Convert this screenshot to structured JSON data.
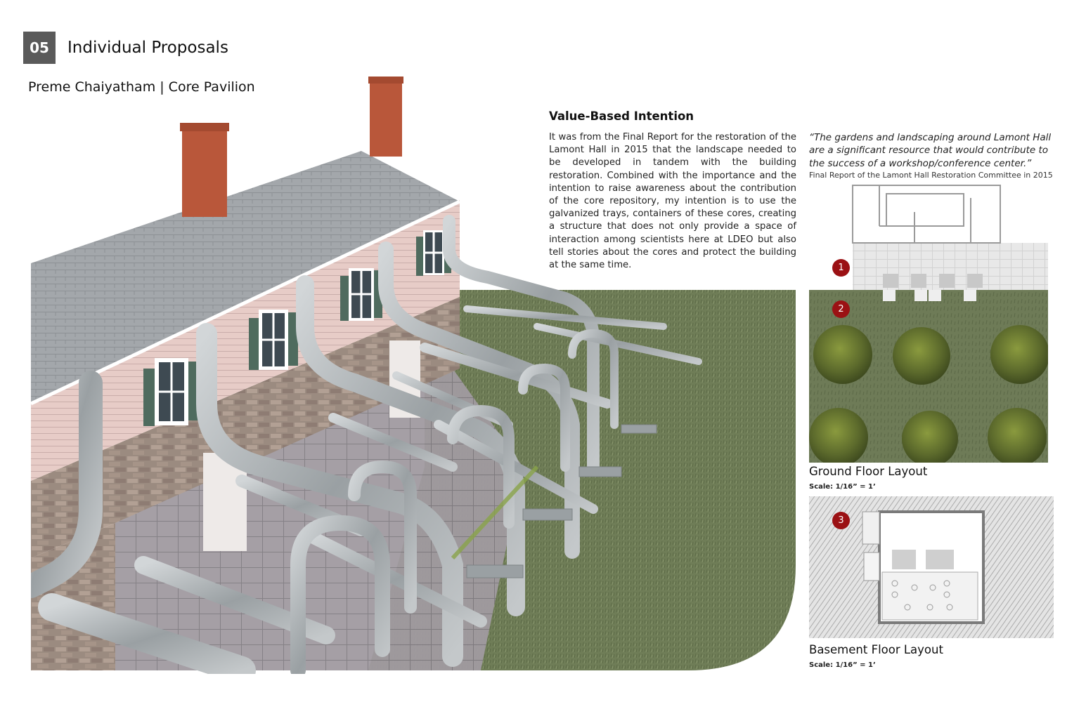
{
  "header": {
    "section_number": "05",
    "section_title": "Individual Proposals",
    "subtitle": "Preme Chaiyatham | Core Pavilion"
  },
  "intention": {
    "title": "Value-Based Intention",
    "body": "It was from the Final Report for the restoration of the Lamont Hall in 2015 that the landscape needed to be developed in tandem with the building restoration. Combined with the importance and the intention to raise awareness about the contribution of the core repository, my intention is to use the galvanized trays, containers of these cores, creating a structure that does not only provide a space of interaction among scientists here at LDEO but also tell stories about the cores and protect the building at the same time."
  },
  "quote": {
    "text": "“The gardens and landscaping around Lamont Hall are a significant resource that would contribute to the success of a workshop/conference center.”",
    "source": "Final Report of the Lamont Hall Restoration Committee in 2015"
  },
  "markers": [
    "1",
    "2",
    "3"
  ],
  "layouts": [
    {
      "title": "Ground Floor Layout",
      "scale": "Scale: 1/16” = 1’"
    },
    {
      "title": "Basement Floor Layout",
      "scale": "Scale: 1/16” = 1’"
    }
  ],
  "colors": {
    "badge": "#5a5a5a",
    "marker": "#9b1114",
    "grass": "#6d7c55",
    "roof": "#9ea2a6",
    "siding": "#e6c9c4",
    "shutter": "#4f6b5e",
    "chimney": "#b9573a",
    "metal": "#aeb3b5"
  }
}
